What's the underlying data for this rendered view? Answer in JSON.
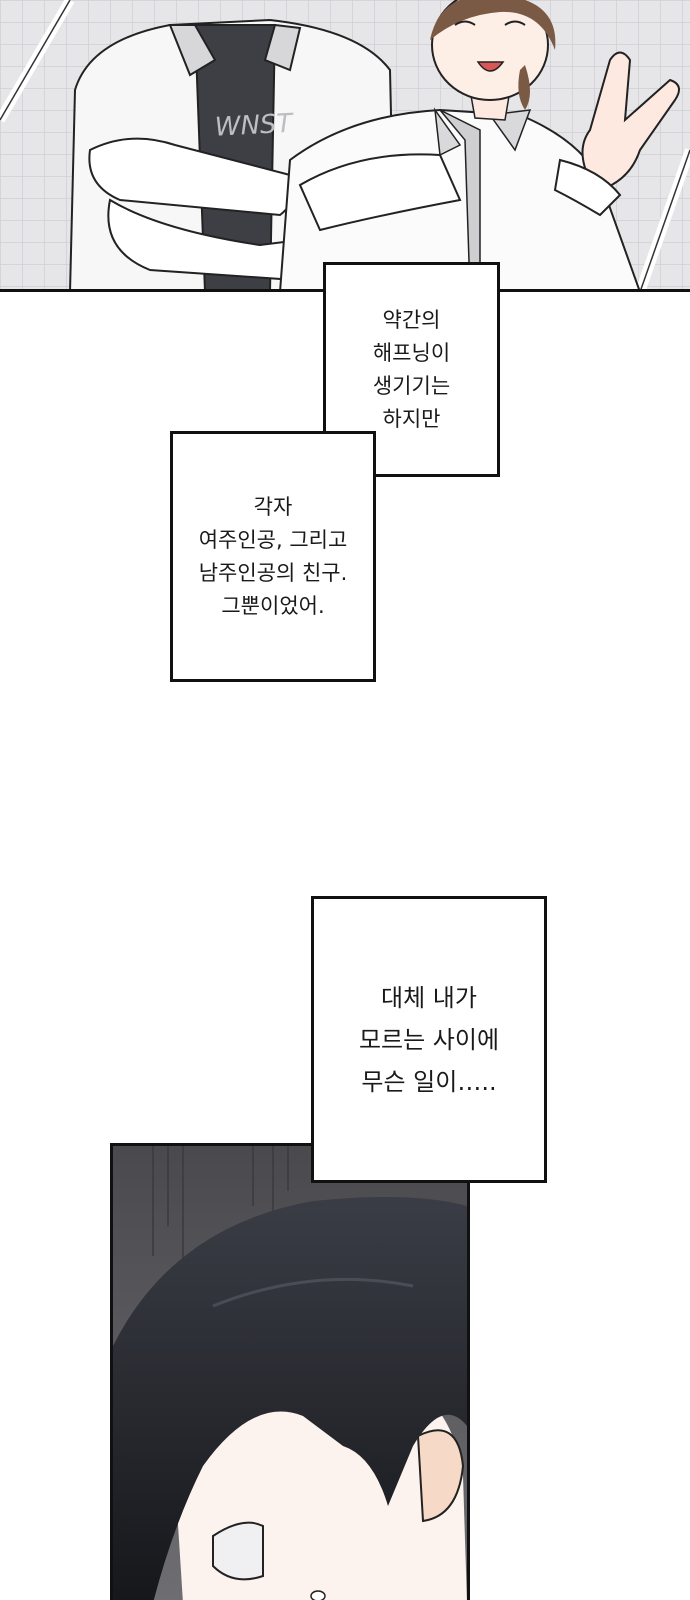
{
  "captions": [
    {
      "text": "약간의\n해프닝이\n생기기는\n하지만"
    },
    {
      "text": "각자\n여주인공, 그리고\n남주인공의 친구.\n그뿐이었어."
    },
    {
      "text": "대체 내가\n모르는 사이에\n무슨 일이….."
    }
  ],
  "panels": {
    "top": {
      "description_icon": "two-students-illustration"
    },
    "bottom": {
      "description_icon": "boy-closeup-illustration"
    }
  },
  "colors": {
    "background": "#ffffff",
    "border": "#111111",
    "panel_top_bg": "#e9e9ec",
    "panel_bottom_bg": "#5c5c60",
    "hair": "#1f2126"
  }
}
